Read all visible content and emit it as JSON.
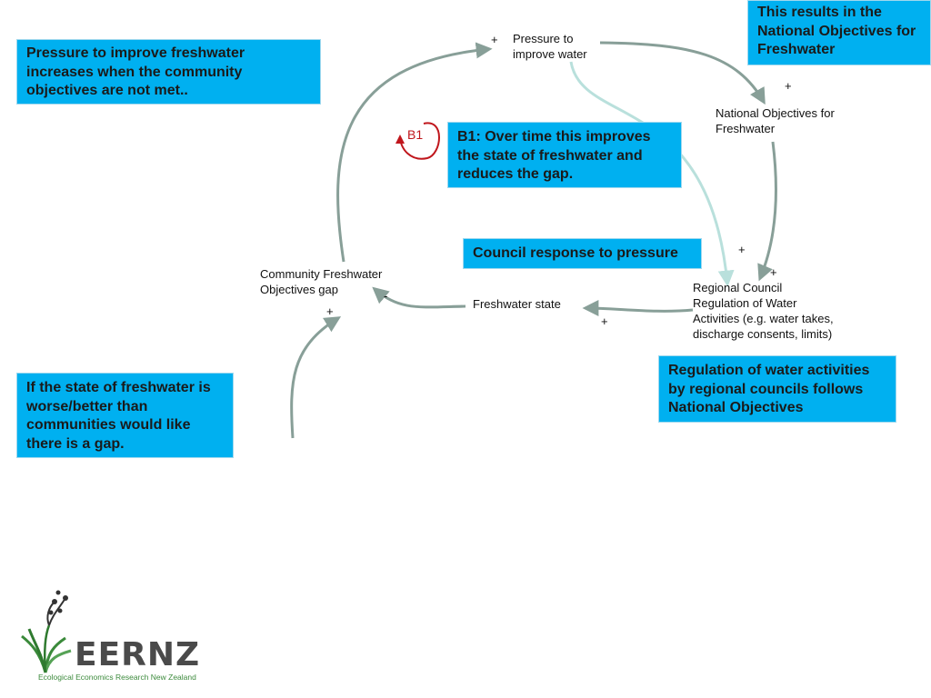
{
  "boxes": {
    "national_objectives": "This results in the National Objectives for Freshwater",
    "pressure_increase": "Pressure to improve freshwater increases when the  community objectives are not met..",
    "b1_improves": "B1: Over time this improves the state of freshwater and reduces  the gap.",
    "council_response": "Council response to pressure",
    "regulation_follows": "Regulation of water activities by regional councils follows National Objectives",
    "gap_exists": "If the state of freshwater is worse/better than communities would like there is a gap."
  },
  "variables": {
    "pressure": "Pressure to\nimprove water",
    "national": "National Objectives for\nFreshwater",
    "regional": "Regional Council\nRegulation of Water\nActivities (e.g. water takes,\ndischarge consents, limits)",
    "state": "Freshwater state",
    "gap": "Community Freshwater\nObjectives gap"
  },
  "polarity": {
    "pressure": "+",
    "national": "+",
    "regional_left": "+",
    "regional_right": "+",
    "state": "+",
    "gap_minus": "-",
    "gap_plus": "+"
  },
  "loop_label": "B1",
  "logo": {
    "word": "EERNZ",
    "tagline": "Ecological Economics Research New Zealand"
  },
  "colors": {
    "box": "#00b0f0",
    "arrow": "#889f98",
    "arrow_light": "#b9e0dc",
    "loop": "#c0161c"
  }
}
